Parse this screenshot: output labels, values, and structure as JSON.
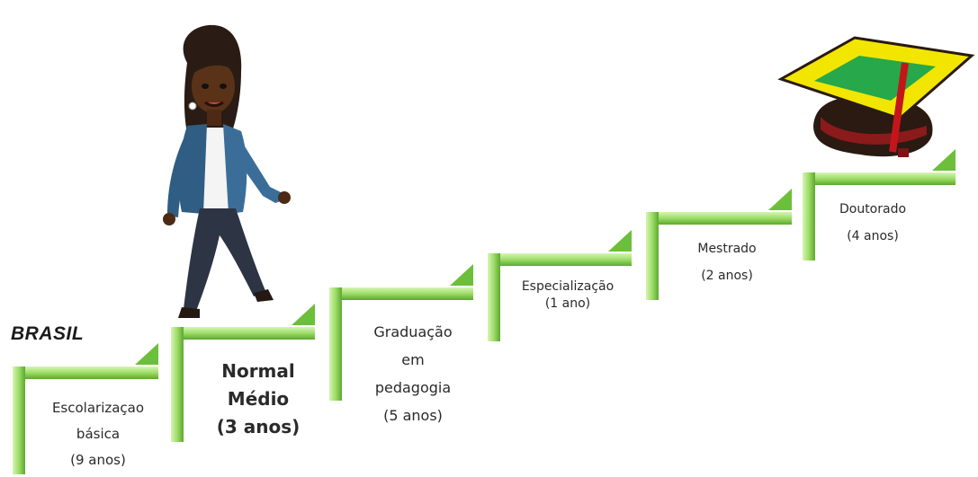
{
  "diagram": {
    "country_label": "BRASIL",
    "colors": {
      "step_light": "#c8f0a4",
      "step_mid": "#8fd45c",
      "step_dark": "#58a52c",
      "cap_yellow": "#f2e600",
      "cap_green": "#27a84a",
      "cap_dark": "#2a1a12",
      "cap_red": "#7d1414"
    },
    "steps": [
      {
        "lines": [
          "Escolarizaçao",
          "básica",
          "(9 anos)"
        ]
      },
      {
        "lines": [
          "Normal",
          "Médio",
          "(3 anos)"
        ]
      },
      {
        "lines": [
          "Graduação",
          "em",
          "pedagogia",
          "(5 anos)"
        ]
      },
      {
        "lines": [
          "Especialização",
          "(1 ano)"
        ]
      },
      {
        "lines": [
          "Mestrado",
          "(2 anos)"
        ]
      },
      {
        "lines": [
          "Doutorado",
          "(4 anos)"
        ]
      }
    ],
    "icons": {
      "figure": "walking-woman-icon",
      "cap": "graduation-cap-icon"
    }
  }
}
